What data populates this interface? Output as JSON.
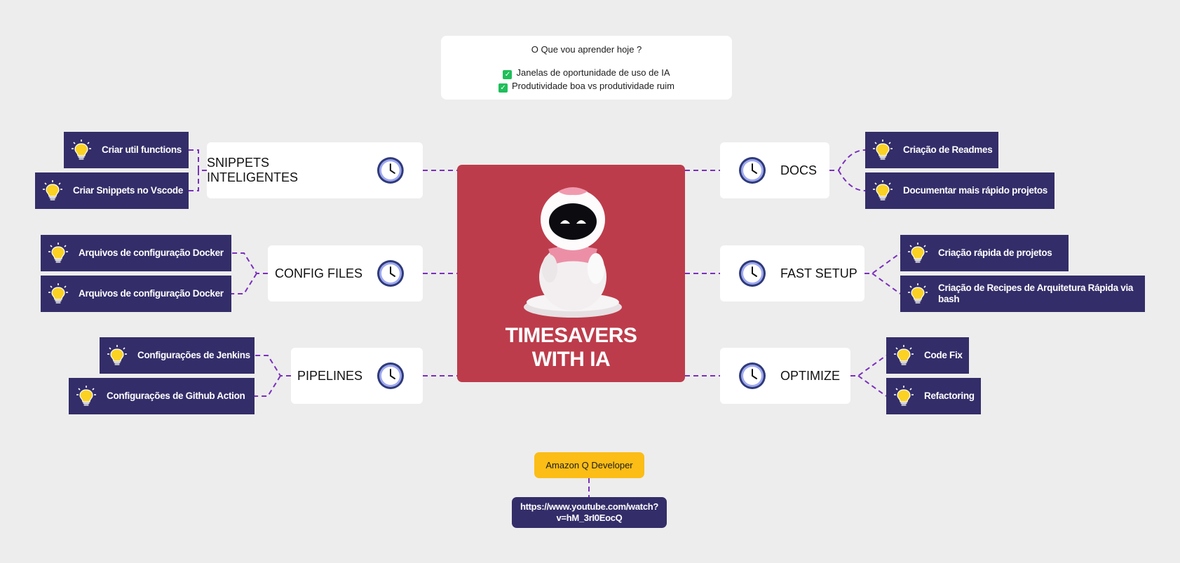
{
  "intro": {
    "question": "O Que vou aprender hoje ?",
    "items": [
      "Janelas de oportunidade de uso de IA",
      "Produtividade boa vs produtividade ruim"
    ]
  },
  "center": {
    "title_line1": "TIMESAVERS",
    "title_line2": "WITH IA"
  },
  "topics": {
    "snippets": {
      "label": "SNIPPETS INTELIGENTES",
      "subs": [
        "Criar util functions",
        "Criar Snippets no Vscode"
      ]
    },
    "config": {
      "label": "CONFIG FILES",
      "subs": [
        "Arquivos de configuração Docker",
        "Arquivos de configuração Docker"
      ]
    },
    "pipelines": {
      "label": "PIPELINES",
      "subs": [
        "Configurações de Jenkins",
        "Configurações de Github Action"
      ]
    },
    "docs": {
      "label": "DOCS",
      "subs": [
        "Criação de Readmes",
        "Documentar mais rápido projetos"
      ]
    },
    "fastsetup": {
      "label": "FAST SETUP",
      "subs": [
        "Criação rápida de projetos",
        "Criação de Recipes de Arquitetura Rápida via bash"
      ]
    },
    "optimize": {
      "label": "OPTIMIZE",
      "subs": [
        "Code Fix",
        "Refactoring"
      ]
    }
  },
  "amazon": {
    "label": "Amazon Q Developer"
  },
  "link": {
    "line1": "https://www.youtube.com/watch?",
    "line2": "v=hM_3rI0EocQ"
  },
  "colors": {
    "background": "#ededed",
    "center": "#bd3c4b",
    "subtopic": "#332d69",
    "connector": "#7b2fbe",
    "amazon": "#fbbd16",
    "check": "#1fbf5a",
    "bulb": "#fbd223"
  },
  "icons": {
    "topic": "clock-icon",
    "subtopic": "lightbulb-icon",
    "check": "checkbox-icon",
    "center": "robot-image"
  }
}
